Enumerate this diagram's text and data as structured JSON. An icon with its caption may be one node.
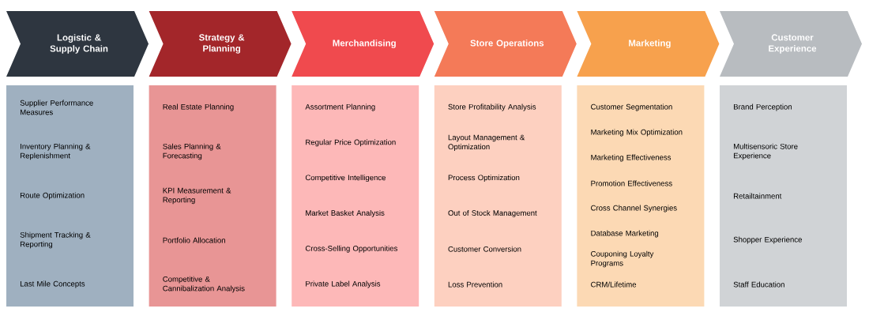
{
  "diagram": {
    "nodes": [
      {
        "text": [
          "Logistic & Supply Chain"
        ]
      },
      {
        "text": [
          "Strategy & Planning"
        ]
      },
      {
        "text": [
          "Merchandising"
        ]
      },
      {
        "text": [
          "Store Operations"
        ]
      },
      {
        "text": [
          "Marketing"
        ]
      },
      {
        "text": [
          "Customer Experience"
        ]
      },
      {
        "text": [
          "Supplier Performance Measures",
          "Inventory Planning & Replenishment",
          "Route Optimization",
          "Shipment Tracking & Reporting",
          "Last Mile Concepts"
        ]
      },
      {
        "text": [
          "Real Estate Planning",
          "Sales Planning & Forecasting",
          "KPI Measurement & Reporting",
          "Portfolio Allocation",
          "Competitive & Cannibalization Analysis"
        ]
      },
      {
        "text": [
          "Assortment Planning",
          "Regular Price Optimization",
          "Competitive Intelligence",
          "Market Basket Analysis",
          "Cross-Selling Opportunities",
          "Private Label Analysis"
        ]
      },
      {
        "text": [
          "Store Profitability Analysis",
          "Layout Management & Optimization",
          "Process Optimization",
          "Out of Stock Management",
          "Customer Conversion",
          "Loss Prevention"
        ]
      },
      {
        "text": [
          "Customer Segmentation",
          "Marketing Mix Optimization",
          "Marketing Effectiveness",
          "Promotion Effectiveness",
          "Cross Channel Synergies",
          "Database Marketing",
          "Couponing Loyalty Programs",
          "CRM/Lifetime"
        ]
      },
      {
        "text": [
          "Brand Perception",
          "Multisensoric Store Experience",
          "Retailtainment",
          "Shopper Experience",
          "Staff Education"
        ]
      }
    ]
  }
}
